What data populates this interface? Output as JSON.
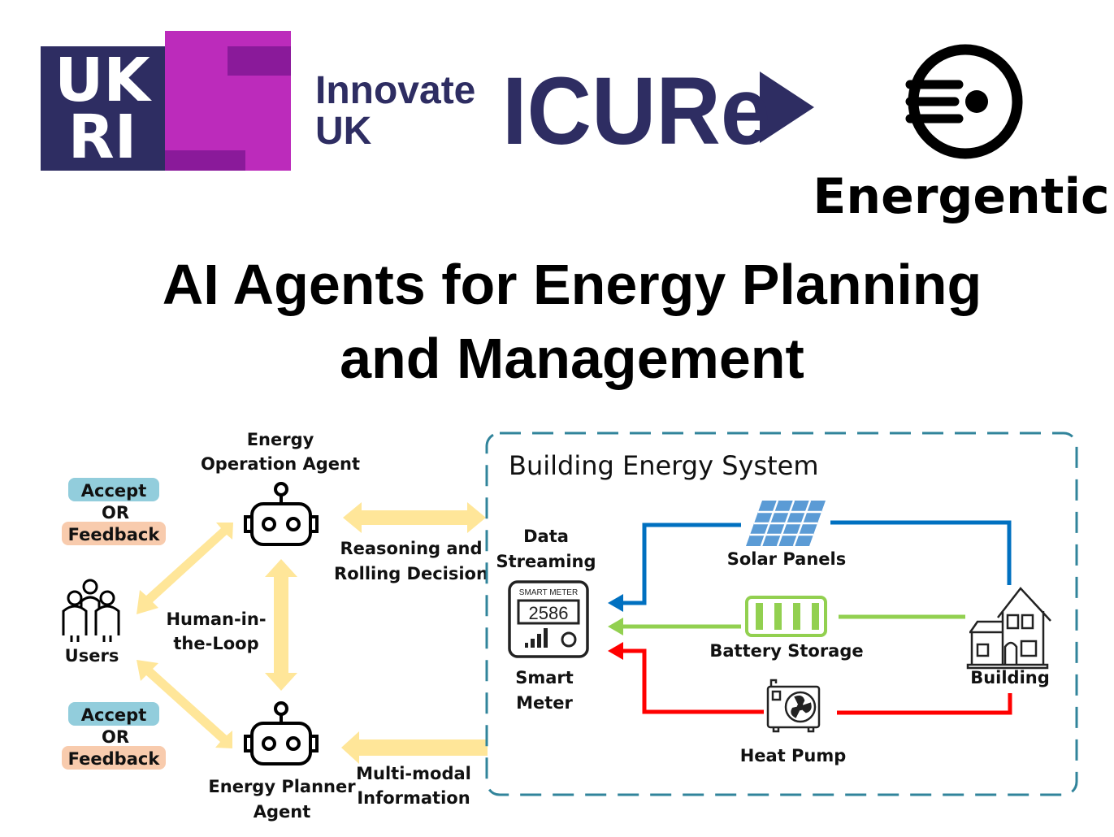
{
  "logos": {
    "ukri": "UKRI",
    "innovate_line1": "Innovate",
    "innovate_line2": "UK",
    "icure": "ICURe",
    "energentic": "Energentic"
  },
  "title": {
    "line1": "AI Agents for Energy Planning",
    "line2": "and Management"
  },
  "left": {
    "operation_agent": [
      "Energy",
      "Operation Agent"
    ],
    "planner_agent": [
      "Energy Planner",
      "Agent"
    ],
    "users": "Users",
    "human_in_loop": [
      "Human-in-",
      "the-Loop"
    ],
    "reasoning": [
      "Reasoning and",
      "Rolling Decision"
    ],
    "multimodal": [
      "Multi-modal",
      "Information"
    ],
    "accept": "Accept",
    "or": "OR",
    "feedback": "Feedback"
  },
  "system": {
    "title": "Building Energy System",
    "data_streaming": [
      "Data",
      "Streaming"
    ],
    "smart_meter_label": [
      "Smart",
      "Meter"
    ],
    "meter_header": "SMART METER",
    "meter_reading": "2586",
    "solar": "Solar Panels",
    "battery": "Battery Storage",
    "heat_pump": "Heat Pump",
    "building": "Building"
  },
  "colors": {
    "navy": "#2E2D62",
    "magenta": "#BC2BBB",
    "purple": "#8A1A9A",
    "arrow": "#FFE699",
    "blue": "#0070C0",
    "green": "#92D050",
    "red": "#FF0000",
    "frame": "#31849B",
    "accept": "#92CDDC",
    "feedback": "#F8CBAD"
  }
}
